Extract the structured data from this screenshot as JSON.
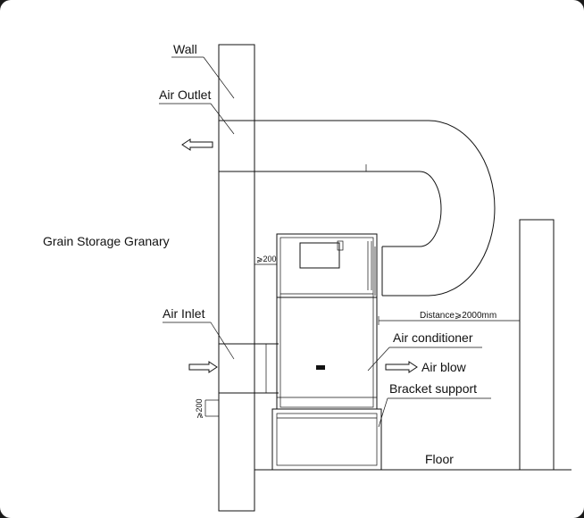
{
  "labels": {
    "wall": "Wall",
    "air_outlet": "Air Outlet",
    "granary": "Grain Storage Granary",
    "air_inlet": "Air Inlet",
    "air_conditioner": "Air conditioner",
    "air_blow": "Air blow",
    "bracket_support": "Bracket support",
    "floor": "Floor",
    "distance": "Distance⩾2000mm",
    "gap_top": "⩾200",
    "gap_bottom": "⩾200"
  },
  "icons": [
    "arrow-left-icon",
    "arrow-right-icon"
  ],
  "colors": {
    "line": "#111111",
    "background": "#ffffff",
    "frame": "#1a1a1a"
  }
}
